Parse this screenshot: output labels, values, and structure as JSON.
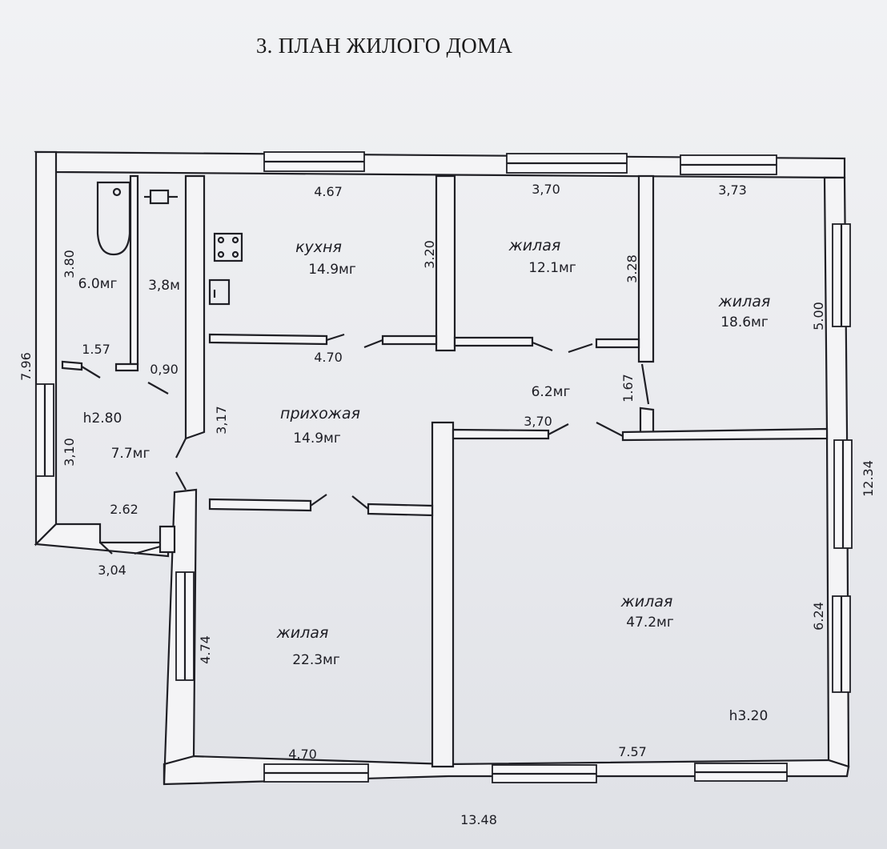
{
  "title": "3. ПЛАН ЖИЛОГО ДОМА",
  "rooms": {
    "kitchen": {
      "name": "кухня",
      "area": "14.9мг"
    },
    "living_top_mid": {
      "name": "жилая",
      "area": "12.1мг"
    },
    "living_top_right": {
      "name": "жилая",
      "area": "18.6мг"
    },
    "bath": {
      "area": "6.0мг"
    },
    "wc": {
      "area": "3,8м"
    },
    "vestibule": {
      "area": "7.7мг",
      "height": "h2.80"
    },
    "hallway": {
      "name": "прихожая",
      "area": "14.9мг"
    },
    "corridor": {
      "area": "6.2мг"
    },
    "living_bottom_left": {
      "name": "жилая",
      "area": "22.3мг"
    },
    "living_bottom_right": {
      "name": "жилая",
      "area": "47.2мг",
      "height": "h3.20"
    }
  },
  "dimensions": {
    "kitchen_width": "4.67",
    "kitchen_depth": "3.20",
    "room_mid_width": "3,70",
    "room_mid_depth": "3.28",
    "room_right_width": "3,73",
    "room_right_depth": "5.00",
    "bath_depth": "3.80",
    "hall_top_width": "4.70",
    "wc_width": "1.57",
    "wc_door": "0,90",
    "overall_left": "7.96",
    "vestibule_depth": "3,10",
    "hall_depth": "3,17",
    "corridor_width": "3,70",
    "corridor_depth": "1.67",
    "vestibule_width": "2.62",
    "entry_width": "3,04",
    "overall_right": "12.34",
    "room_bl_depth": "4.74",
    "room_br_depth": "6.24",
    "room_bl_width": "4.70",
    "room_br_width": "7.57",
    "overall_bottom": "13.48"
  }
}
